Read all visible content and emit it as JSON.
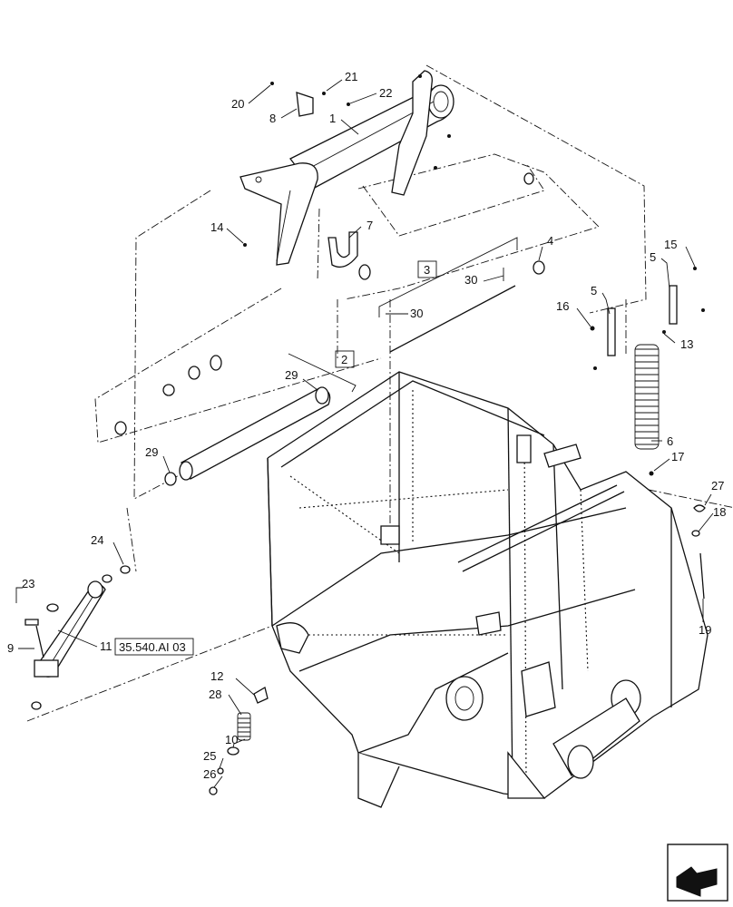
{
  "callouts": [
    {
      "id": "1",
      "text": "1"
    },
    {
      "id": "4",
      "text": "4"
    },
    {
      "id": "5a",
      "text": "5"
    },
    {
      "id": "5b",
      "text": "5"
    },
    {
      "id": "6",
      "text": "6"
    },
    {
      "id": "7",
      "text": "7"
    },
    {
      "id": "8",
      "text": "8"
    },
    {
      "id": "9",
      "text": "9"
    },
    {
      "id": "10",
      "text": "10"
    },
    {
      "id": "11",
      "text": "11"
    },
    {
      "id": "12",
      "text": "12"
    },
    {
      "id": "13",
      "text": "13"
    },
    {
      "id": "14",
      "text": "14"
    },
    {
      "id": "15",
      "text": "15"
    },
    {
      "id": "16",
      "text": "16"
    },
    {
      "id": "17",
      "text": "17"
    },
    {
      "id": "18",
      "text": "18"
    },
    {
      "id": "19",
      "text": "19"
    },
    {
      "id": "20",
      "text": "20"
    },
    {
      "id": "21",
      "text": "21"
    },
    {
      "id": "22",
      "text": "22"
    },
    {
      "id": "23",
      "text": "23"
    },
    {
      "id": "24",
      "text": "24"
    },
    {
      "id": "25",
      "text": "25"
    },
    {
      "id": "26",
      "text": "26"
    },
    {
      "id": "27",
      "text": "27"
    },
    {
      "id": "28",
      "text": "28"
    },
    {
      "id": "29a",
      "text": "29"
    },
    {
      "id": "29b",
      "text": "29"
    },
    {
      "id": "30a",
      "text": "30"
    },
    {
      "id": "30b",
      "text": "30"
    }
  ],
  "boxed_callouts": [
    {
      "id": "2",
      "text": "2"
    },
    {
      "id": "3",
      "text": "3"
    }
  ],
  "cross_reference": {
    "text": "35.540.AI 03"
  },
  "nav_icon": "direction-arrow-icon"
}
